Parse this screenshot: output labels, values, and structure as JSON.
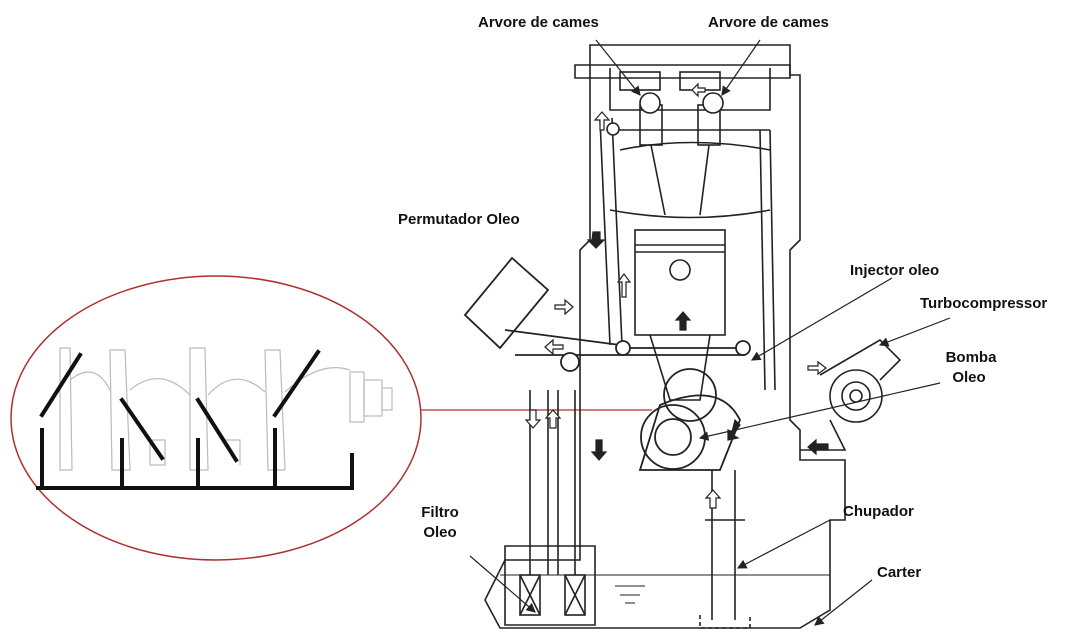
{
  "labels": {
    "camshaft_left": "Arvore de cames",
    "camshaft_right": "Arvore de cames",
    "oil_cooler": "Permutador Oleo",
    "oil_injector": "Injector oleo",
    "turbo": "Turbocompressor",
    "pump_line1": "Bomba",
    "pump_line2": "Oleo",
    "filter_line1": "Filtro",
    "filter_line2": "Oleo",
    "pickup": "Chupador",
    "sump": "Carter"
  },
  "colors": {
    "line": "#222222",
    "zoom_outline": "#b03030",
    "crank_bars": "#111111",
    "crank_ghost": "#bbbbbb"
  }
}
